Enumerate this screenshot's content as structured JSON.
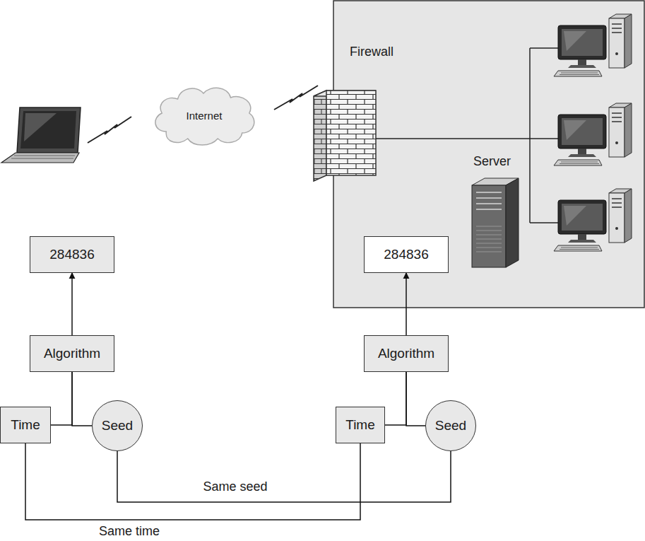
{
  "diagram": {
    "nodes": [
      {
        "text": [
          "Internet"
        ]
      },
      {
        "text": [
          "284836"
        ]
      },
      {
        "text": [
          "284836"
        ]
      },
      {
        "text": [
          "Algorithm"
        ]
      },
      {
        "text": [
          "Algorithm"
        ]
      },
      {
        "text": [
          "Time"
        ]
      },
      {
        "text": [
          "Seed"
        ]
      },
      {
        "text": [
          "Time"
        ]
      },
      {
        "text": [
          "Seed"
        ]
      }
    ],
    "edges": [
      {
        "from": 3,
        "to": 1,
        "arrow": "to"
      },
      {
        "from": 4,
        "to": 2,
        "arrow": "to"
      },
      {
        "from": 5,
        "to": 3,
        "arrow": "none"
      },
      {
        "from": 6,
        "to": 3,
        "arrow": "none"
      },
      {
        "from": 7,
        "to": 4,
        "arrow": "none"
      },
      {
        "from": 8,
        "to": 4,
        "arrow": "none"
      },
      {
        "from": 6,
        "to": 8,
        "label": "Same seed",
        "arrow": "none"
      },
      {
        "from": 5,
        "to": 7,
        "label": "Same time",
        "arrow": "none"
      }
    ],
    "labels": [
      "Firewall",
      "Server"
    ]
  }
}
